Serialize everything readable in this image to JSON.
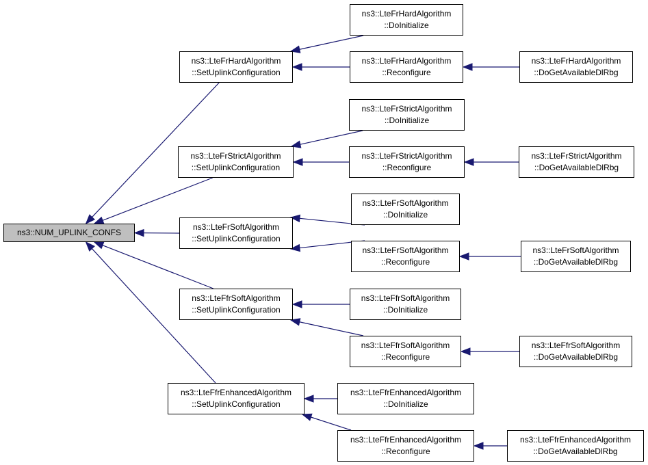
{
  "diagram": {
    "type": "doxygen-caller-graph",
    "edge_color": "#191970",
    "root": {
      "id": "root",
      "line1": "ns3::NUM_UPLINK_CONFS"
    },
    "nodes": [
      {
        "id": "hard_set",
        "line1": "ns3::LteFrHardAlgorithm",
        "line2": "::SetUplinkConfiguration"
      },
      {
        "id": "hard_init",
        "line1": "ns3::LteFrHardAlgorithm",
        "line2": "::DoInitialize"
      },
      {
        "id": "hard_reconf",
        "line1": "ns3::LteFrHardAlgorithm",
        "line2": "::Reconfigure"
      },
      {
        "id": "hard_get",
        "line1": "ns3::LteFrHardAlgorithm",
        "line2": "::DoGetAvailableDlRbg"
      },
      {
        "id": "strict_set",
        "line1": "ns3::LteFrStrictAlgorithm",
        "line2": "::SetUplinkConfiguration"
      },
      {
        "id": "strict_init",
        "line1": "ns3::LteFrStrictAlgorithm",
        "line2": "::DoInitialize"
      },
      {
        "id": "strict_reconf",
        "line1": "ns3::LteFrStrictAlgorithm",
        "line2": "::Reconfigure"
      },
      {
        "id": "strict_get",
        "line1": "ns3::LteFrStrictAlgorithm",
        "line2": "::DoGetAvailableDlRbg"
      },
      {
        "id": "soft_set",
        "line1": "ns3::LteFrSoftAlgorithm",
        "line2": "::SetUplinkConfiguration"
      },
      {
        "id": "soft_init",
        "line1": "ns3::LteFrSoftAlgorithm",
        "line2": "::DoInitialize"
      },
      {
        "id": "soft_reconf",
        "line1": "ns3::LteFrSoftAlgorithm",
        "line2": "::Reconfigure"
      },
      {
        "id": "soft_get",
        "line1": "ns3::LteFrSoftAlgorithm",
        "line2": "::DoGetAvailableDlRbg"
      },
      {
        "id": "ffrsoft_set",
        "line1": "ns3::LteFfrSoftAlgorithm",
        "line2": "::SetUplinkConfiguration"
      },
      {
        "id": "ffrsoft_init",
        "line1": "ns3::LteFfrSoftAlgorithm",
        "line2": "::DoInitialize"
      },
      {
        "id": "ffrsoft_reconf",
        "line1": "ns3::LteFfrSoftAlgorithm",
        "line2": "::Reconfigure"
      },
      {
        "id": "ffrsoft_get",
        "line1": "ns3::LteFfrSoftAlgorithm",
        "line2": "::DoGetAvailableDlRbg"
      },
      {
        "id": "enh_set",
        "line1": "ns3::LteFfrEnhancedAlgorithm",
        "line2": "::SetUplinkConfiguration"
      },
      {
        "id": "enh_init",
        "line1": "ns3::LteFfrEnhancedAlgorithm",
        "line2": "::DoInitialize"
      },
      {
        "id": "enh_reconf",
        "line1": "ns3::LteFfrEnhancedAlgorithm",
        "line2": "::Reconfigure"
      },
      {
        "id": "enh_get",
        "line1": "ns3::LteFfrEnhancedAlgorithm",
        "line2": "::DoGetAvailableDlRbg"
      }
    ],
    "edges": [
      {
        "from": "hard_set",
        "to": "root"
      },
      {
        "from": "strict_set",
        "to": "root"
      },
      {
        "from": "soft_set",
        "to": "root"
      },
      {
        "from": "ffrsoft_set",
        "to": "root"
      },
      {
        "from": "enh_set",
        "to": "root"
      },
      {
        "from": "hard_init",
        "to": "hard_set"
      },
      {
        "from": "hard_reconf",
        "to": "hard_set"
      },
      {
        "from": "hard_get",
        "to": "hard_reconf"
      },
      {
        "from": "strict_init",
        "to": "strict_set"
      },
      {
        "from": "strict_reconf",
        "to": "strict_set"
      },
      {
        "from": "strict_get",
        "to": "strict_reconf"
      },
      {
        "from": "soft_init",
        "to": "soft_set"
      },
      {
        "from": "soft_reconf",
        "to": "soft_set"
      },
      {
        "from": "soft_get",
        "to": "soft_reconf"
      },
      {
        "from": "ffrsoft_init",
        "to": "ffrsoft_set"
      },
      {
        "from": "ffrsoft_reconf",
        "to": "ffrsoft_set"
      },
      {
        "from": "ffrsoft_get",
        "to": "ffrsoft_reconf"
      },
      {
        "from": "enh_init",
        "to": "enh_set"
      },
      {
        "from": "enh_reconf",
        "to": "enh_set"
      },
      {
        "from": "enh_get",
        "to": "enh_reconf"
      }
    ]
  }
}
